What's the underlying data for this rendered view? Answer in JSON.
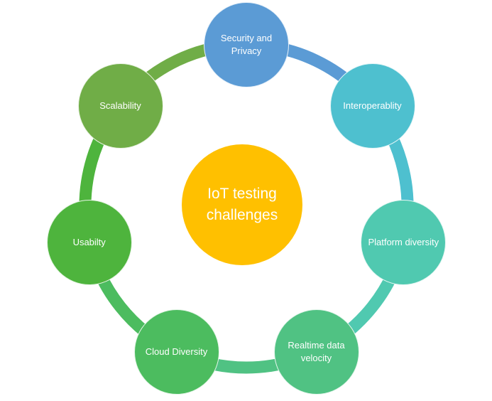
{
  "diagram": {
    "center": {
      "label": "IoT testing challenges",
      "color": "#FFC000",
      "text_color": "#FFFFFF"
    },
    "nodes": [
      {
        "id": "security-and-privacy",
        "label": "Security and Privacy",
        "color": "#5B9BD5"
      },
      {
        "id": "interoperablity",
        "label": "Interoperablity",
        "color": "#4EC0CF"
      },
      {
        "id": "platform-diversity",
        "label": "Platform diversity",
        "color": "#50C9B0"
      },
      {
        "id": "realtime-data-velocity",
        "label": "Realtime data velocity",
        "color": "#50C283"
      },
      {
        "id": "cloud-diversity",
        "label": "Cloud Diversity",
        "color": "#4CBC5F"
      },
      {
        "id": "usabilty",
        "label": "Usabilty",
        "color": "#4EB43D"
      },
      {
        "id": "scalability",
        "label": "Scalability",
        "color": "#70AD47"
      }
    ],
    "ring_note": "each ring segment takes the color of the node it starts from (clockwise)"
  }
}
